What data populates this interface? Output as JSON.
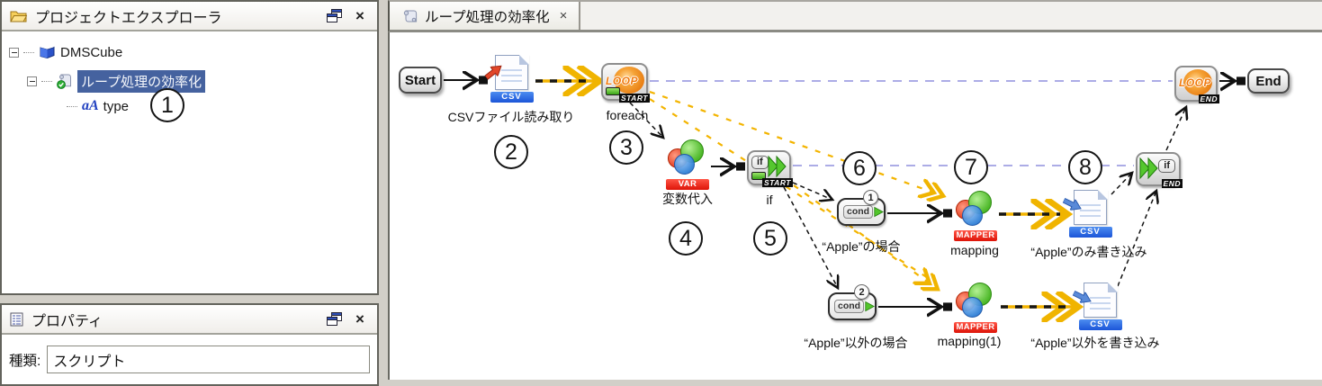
{
  "explorer": {
    "title": "プロジェクトエクスプローラ",
    "close": "×",
    "tree": {
      "root": "DMSCube",
      "script": "ループ処理の効率化",
      "variable": "type"
    }
  },
  "properties": {
    "title": "プロパティ",
    "close": "×",
    "field_label": "種類:",
    "field_value": "スクリプト"
  },
  "editor": {
    "tab_title": "ループ処理の効率化",
    "tab_close": "×"
  },
  "canvas": {
    "nodes": {
      "start": "Start",
      "end": "End",
      "csv_read": {
        "band": "CSV",
        "label": "CSVファイル読み取り"
      },
      "loop_start": {
        "word": "LOOP",
        "badge": "START",
        "label": "foreach"
      },
      "variable": {
        "band": "VAR",
        "label": "変数代入"
      },
      "if_start": {
        "word": "if",
        "badge": "START",
        "label": "if"
      },
      "cond1": {
        "word": "cond",
        "num": "1",
        "label": "“Apple”の場合"
      },
      "cond2": {
        "word": "cond",
        "num": "2",
        "label": "“Apple”以外の場合"
      },
      "mapper1": {
        "band": "MAPPER",
        "label": "mapping"
      },
      "mapper2": {
        "band": "MAPPER",
        "label": "mapping(1)"
      },
      "csv_write1": {
        "band": "CSV",
        "label": "“Apple”のみ書き込み"
      },
      "csv_write2": {
        "band": "CSV",
        "label": "“Apple”以外を書き込み"
      },
      "if_end": {
        "word": "if",
        "badge": "END"
      },
      "loop_end": {
        "word": "LOOP",
        "badge": "END"
      }
    },
    "annotations": [
      "1",
      "2",
      "3",
      "4",
      "5",
      "6",
      "7",
      "8"
    ],
    "colors": {
      "data_flow": "#f3b400",
      "loop_flow": "#acace6",
      "csv_band": "#1f62dd",
      "mapper_band": "#ee2b20"
    }
  },
  "icons": {
    "type_glyph": "aA"
  }
}
